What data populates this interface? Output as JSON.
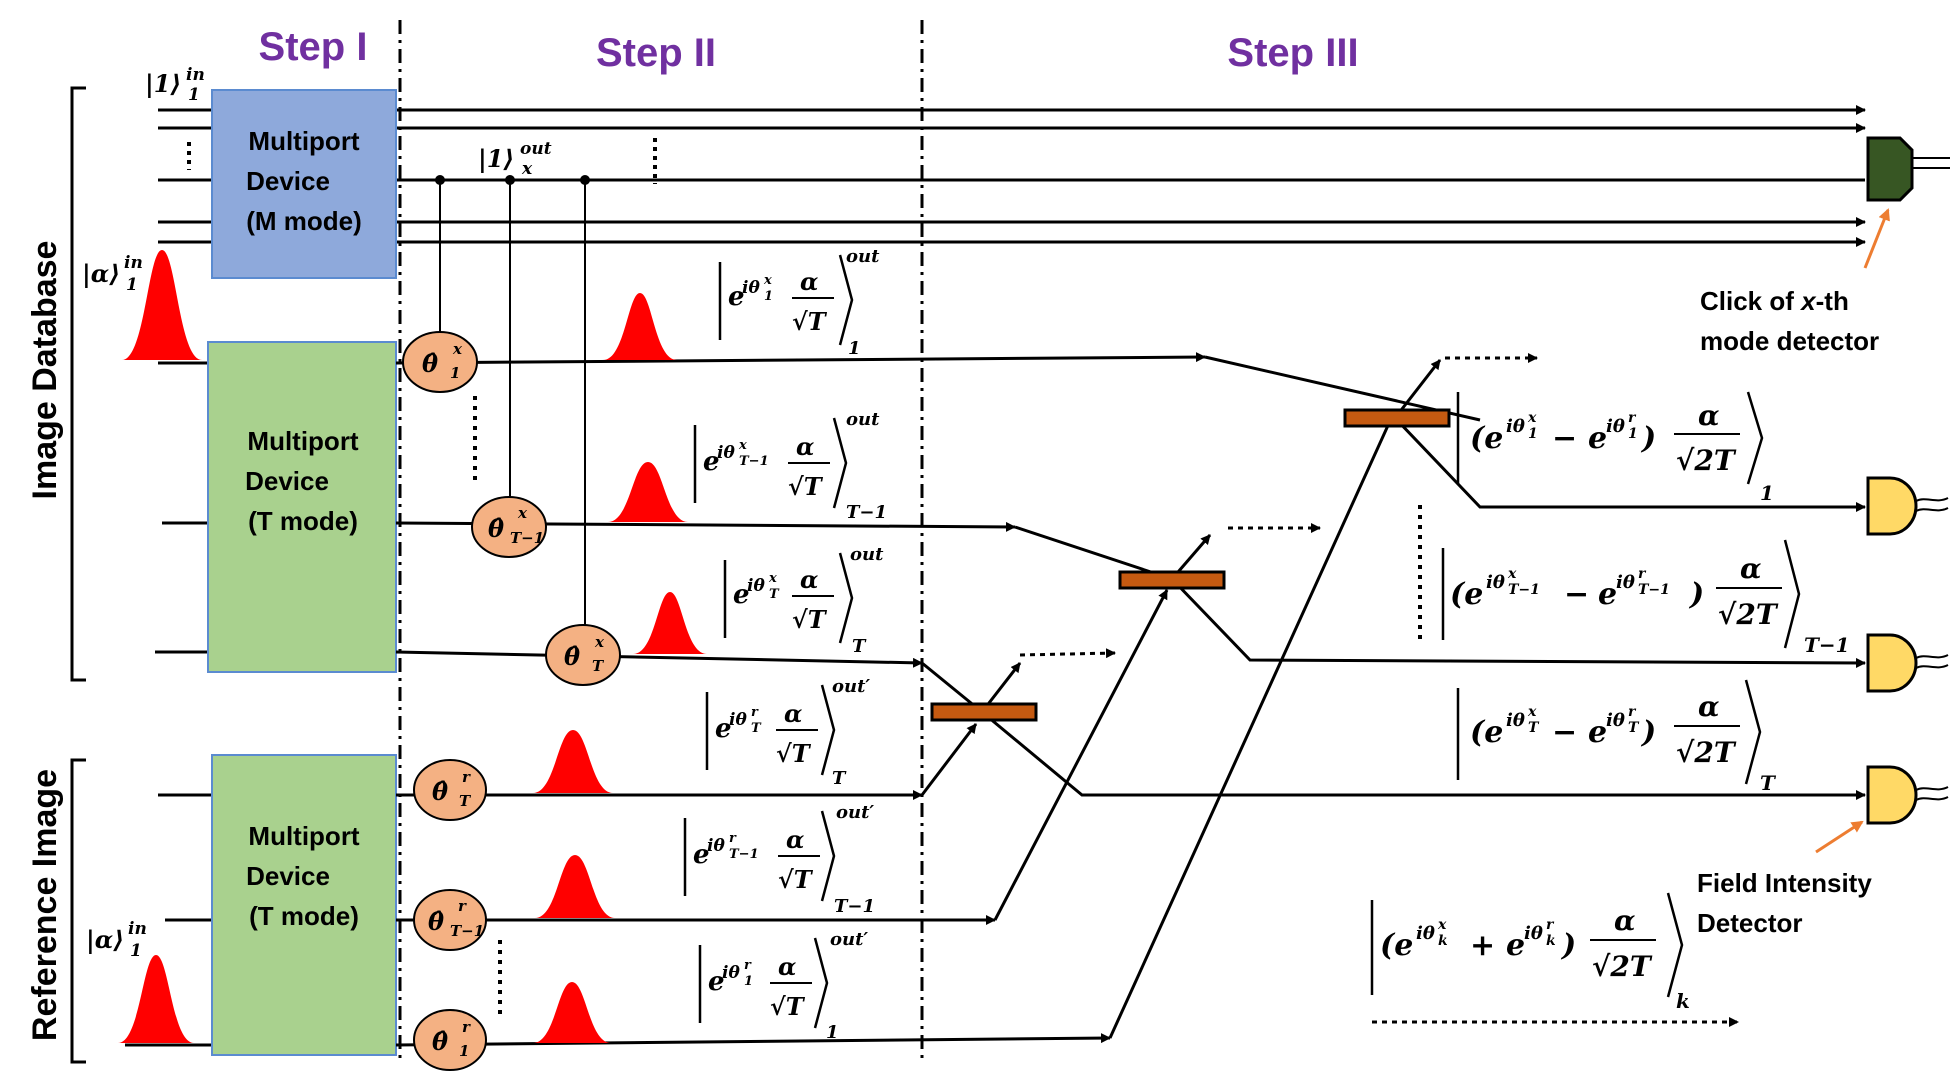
{
  "steps": {
    "step1": "Step I",
    "step2": "Step II",
    "step3": "Step III"
  },
  "side_labels": {
    "database": "Image Database",
    "reference": "Reference Image"
  },
  "devices": {
    "m": {
      "line1": "Multiport",
      "line2": "Device",
      "line3": "(M mode)"
    },
    "t_db": {
      "line1": "Multiport",
      "line2": "Device",
      "line3": "(T mode)"
    },
    "t_ref": {
      "line1": "Multiport",
      "line2": "Device",
      "line3": "(T mode)"
    }
  },
  "inputs": {
    "single_photon": "|1⟩",
    "single_photon_sub": "1",
    "single_photon_sup": "in",
    "coherent": "|α⟩",
    "coherent_sub": "1",
    "coherent_sup": "in",
    "out_photon": "|1⟩",
    "out_photon_sub": "x",
    "out_photon_sup": "out"
  },
  "phase_shifters": {
    "x1": "θ̂",
    "x1_sup": "x",
    "x1_sub": "1",
    "xT1": "θ̂",
    "xT1_sup": "x",
    "xT1_sub": "T−1",
    "xT": "θ̂",
    "xT_sup": "x",
    "xT_sub": "T",
    "rT": "θ̂",
    "rT_sup": "r",
    "rT_sub": "T",
    "rT1": "θ̂",
    "rT1_sup": "r",
    "rT1_sub": "T−1",
    "r1": "θ̂",
    "r1_sup": "r",
    "r1_sub": "1"
  },
  "states": {
    "db1": {
      "exp": "e",
      "phase": "iθ",
      "phase_sup": "x",
      "phase_sub": "1",
      "num": "α",
      "den": "√T",
      "sup": "out",
      "sub": "1"
    },
    "dbT1": {
      "exp": "e",
      "phase": "iθ",
      "phase_sup": "x",
      "phase_sub": "T−1",
      "num": "α",
      "den": "√T",
      "sup": "out",
      "sub": "T−1"
    },
    "dbT": {
      "exp": "e",
      "phase": "iθ",
      "phase_sup": "x",
      "phase_sub": "T",
      "num": "α",
      "den": "√T",
      "sup": "out",
      "sub": "T"
    },
    "refT": {
      "exp": "e",
      "phase": "iθ",
      "phase_sup": "r",
      "phase_sub": "T",
      "num": "α",
      "den": "√T",
      "sup": "out′",
      "sub": "T"
    },
    "refT1": {
      "exp": "e",
      "phase": "iθ",
      "phase_sup": "r",
      "phase_sub": "T−1",
      "num": "α",
      "den": "√T",
      "sup": "out′",
      "sub": "T−1"
    },
    "ref1": {
      "exp": "e",
      "phase": "iθ",
      "phase_sup": "r",
      "phase_sub": "1",
      "num": "α",
      "den": "√T",
      "sup": "out′",
      "sub": "1"
    }
  },
  "diff_states": {
    "d1": {
      "sign": "−",
      "sub_idx": "1",
      "num": "α",
      "den": "√2T",
      "sub": "1"
    },
    "dT1": {
      "sign": "−",
      "sub_idx": "T−1",
      "num": "α",
      "den": "√2T",
      "sub": "T−1"
    },
    "dT": {
      "sign": "−",
      "sub_idx": "T",
      "num": "α",
      "den": "√2T",
      "sub": "T"
    },
    "sumk": {
      "sign": "+",
      "sub_idx": "k",
      "num": "α",
      "den": "√2T",
      "sub": "k"
    }
  },
  "annotations": {
    "click_line1": "Click of",
    "click_var": "x",
    "click_line1_end": "-th",
    "click_line2": "mode detector",
    "field_line1": "Field Intensity",
    "field_line2": "Detector"
  },
  "colors": {
    "step_text": "#7030A0",
    "m_device": "#8EA9DB",
    "t_device": "#A9D18E",
    "phase_shifter": "#F4B183",
    "pulse": "#FF0000",
    "beam_splitter": "#C55A11",
    "click_detector": "#375623",
    "intensity_detector": "#FFD966",
    "annotation_arrow": "#ED7D31"
  }
}
